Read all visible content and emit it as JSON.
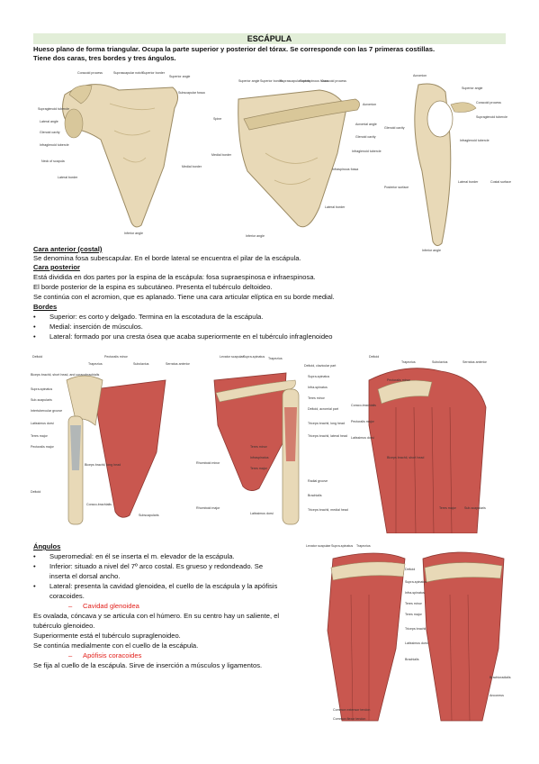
{
  "title": "ESCÁPULA",
  "intro": [
    "Hueso plano de forma triangular. Ocupa la parte superior y posterior del tórax. Se corresponde con las 7 primeras costillas.",
    "Tiene dos caras, tres bordes y tres ángulos."
  ],
  "figure_top_anterior": {
    "labels": [
      "Coracoid process",
      "Suprascapular notch",
      "Superior border",
      "Superior angle",
      "Subscapular fossa",
      "Supraglenoid tubercle",
      "Lateral angle",
      "Glenoid cavity",
      "Infraglenoid tubercle",
      "Neck of scapula",
      "Lateral border",
      "Medial border",
      "Inferior angle"
    ]
  },
  "figure_top_posterior": {
    "labels": [
      "Superior angle",
      "Superior border",
      "Suprascapular notch",
      "Supraspinous fossa",
      "Coracoid process",
      "Acromion",
      "Spine",
      "Acromial angle",
      "Glenoid cavity",
      "Infraglenoid tubercle",
      "Infraspinous fossa",
      "Medial border",
      "Lateral border",
      "Inferior angle"
    ]
  },
  "figure_top_lateral": {
    "labels": [
      "Acromion",
      "Superior angle",
      "Coracoid process",
      "Supraglenoid tubercle",
      "Glenoid cavity",
      "Infraglenoid tubercle",
      "Posterior surface",
      "Lateral border",
      "Costal surface",
      "Inferior angle"
    ]
  },
  "section1": {
    "heading_anterior": "Cara anterior (costal)",
    "anterior_text": "Se denomina fosa subescapular. En el borde lateral se encuentra el pilar de la escápula.",
    "heading_posterior": "Cara posterior",
    "posterior_lines": [
      "Está dividida en dos partes por la espina de la escápula: fosa supraespinosa e infraespinosa.",
      "El borde posterior de la espina es subcutáneo. Presenta el tubérculo deltoideo.",
      "Se continúa con el acromion, que es aplanado. Tiene una cara articular elíptica en su borde medial."
    ],
    "heading_bordes": "Bordes",
    "bordes": [
      "Superior: es corto y delgado. Termina en la escotadura de la escápula.",
      "Medial: inserción de músculos.",
      "Lateral: formado por una cresta ósea que acaba superiormente en el tubérculo infraglenoideo"
    ]
  },
  "figure_mid_1": {
    "labels": [
      "Deltoid",
      "Pectoralis minor",
      "Trapezius",
      "Subclavius",
      "Serratus anterior",
      "Biceps brachii, short head, and coracobrachialis",
      "Supra-spinatus",
      "Sub-scapularis",
      "Intertubercular groove",
      "Latissimus dorsi",
      "Teres major",
      "Pectoralis major",
      "Biceps brachii, long head",
      "Deltoid",
      "Coraco-brachialis",
      "Subscapularis"
    ]
  },
  "figure_mid_2": {
    "labels": [
      "Levator scapulae",
      "Supra-spinatus",
      "Trapezius",
      "Deltoid, clavicular part",
      "Supra-spinatus",
      "Infra-spinatus",
      "Teres minor",
      "Deltoid, acromial part",
      "Triceps brachii, long head",
      "Triceps brachii, lateral head",
      "Teres minor",
      "Infraspinatus",
      "Teres major",
      "Rhomboid minor",
      "Rhomboid major",
      "Latissimus dorsi",
      "Radial groove",
      "Brachialis",
      "Triceps brachii, medial head"
    ]
  },
  "figure_mid_3": {
    "labels": [
      "Deltoid",
      "Trapezius",
      "Subclavius",
      "Serratus anterior",
      "Pectoralis minor",
      "Coraco-brachialis",
      "Pectoralis major",
      "Latissimus dorsi",
      "Biceps brachii, short head",
      "Teres major",
      "Sub-scapularis"
    ]
  },
  "section2": {
    "heading_angulos": "Ángulos",
    "angulos": [
      [
        "Superomedial: en él se inserta el m. elevador de la escápula."
      ],
      [
        "Inferior: situado a nivel del 7º arco costal. Es grueso y redondeado. Se",
        "inserta el dorsal ancho."
      ],
      [
        "Lateral: presenta la cavidad glenoidea, el cuello de la escápula y la apófisis",
        "coracoides."
      ]
    ],
    "sub1_heading": "Cavidad glenoidea",
    "sub1_lines": [
      "Es ovalada, cóncava y se articula con el húmero. En su centro hay un saliente, el",
      "tubérculo glenoideo.",
      "Superiormente está el tubérculo supraglenoideo.",
      "Se continúa medialmente con el cuello de la escápula."
    ],
    "sub2_heading": "Apófisis coracoides",
    "sub2_lines": [
      "Se fija al cuello de la escápula. Sirve de inserción a músculos y ligamentos."
    ]
  },
  "figure_bottom_right": {
    "labels": [
      "Levator scapulae",
      "Supra-spinatus",
      "Trapezius",
      "Deltoid",
      "Supra-spinatus",
      "Infra-spinatus",
      "Teres minor",
      "Teres major",
      "Triceps brachii",
      "Latissimus dorsi",
      "Brachialis",
      "Common extensor tendon",
      "Common flexor tendon",
      "Brachioradialis",
      "Anconeus"
    ]
  },
  "colors": {
    "title_bg": "#e2eed8",
    "subheading_red": "#e2211c",
    "bone": "#e8d9b7",
    "muscle": "#c9574f"
  }
}
